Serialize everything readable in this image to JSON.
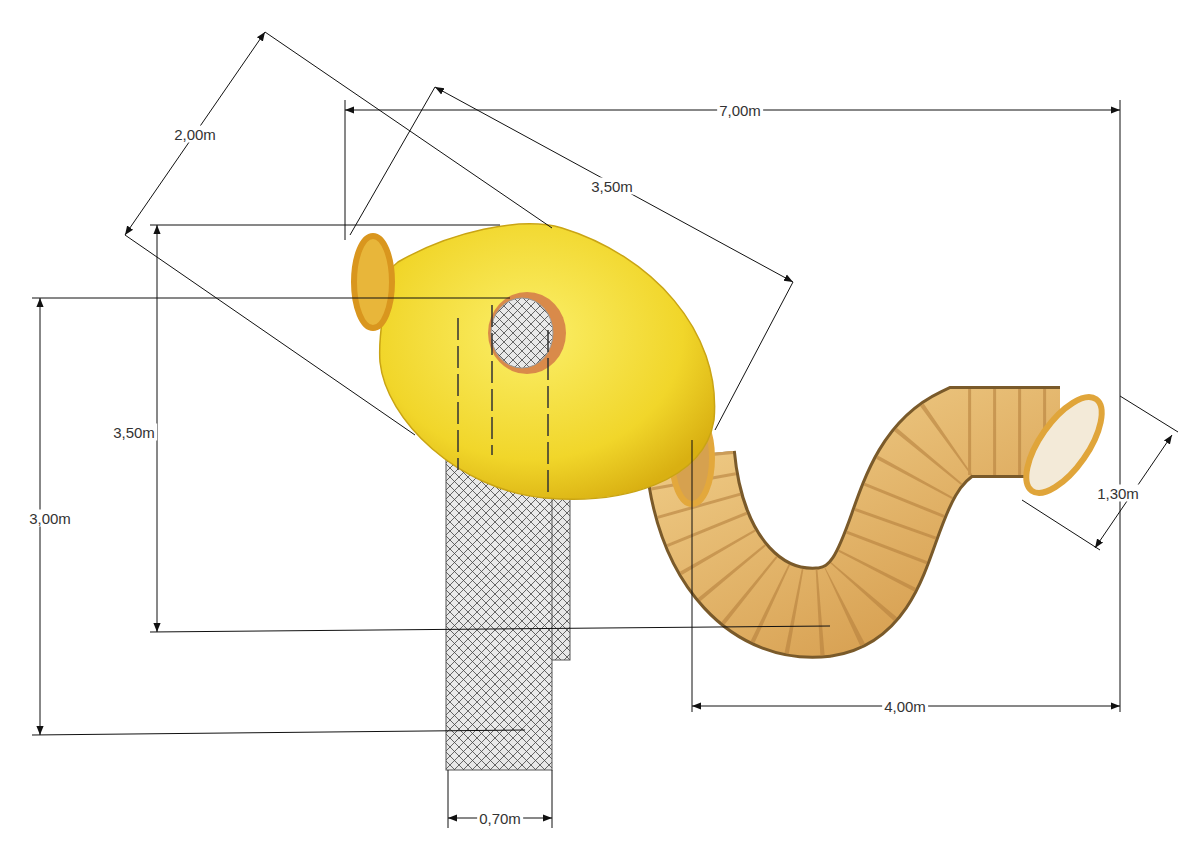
{
  "diagram": {
    "labels": [
      "2,00m",
      "7,00m",
      "3,50m",
      "3,50m",
      "3,00m",
      "4,00m",
      "1,30m",
      "0,70m"
    ]
  }
}
